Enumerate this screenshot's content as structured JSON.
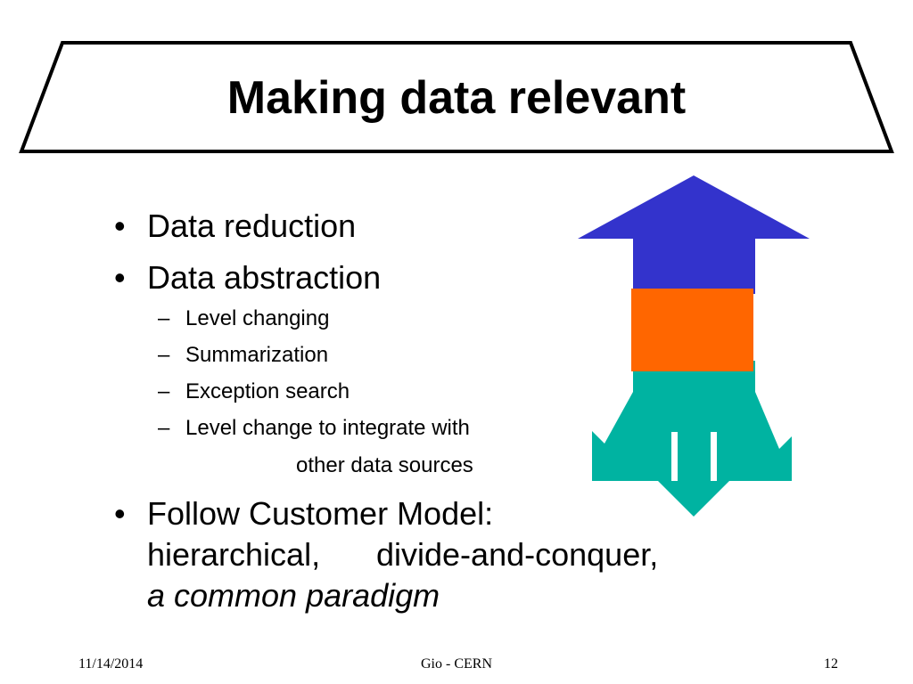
{
  "slide": {
    "title": "Making data relevant",
    "bullets": {
      "b1": "Data reduction",
      "b2": "Data abstraction",
      "sub": [
        "Level changing",
        "Summarization",
        "Exception search",
        "Level change to integrate with"
      ],
      "sub_cont": "other  data sources",
      "b3_line1": "Follow Customer Model:",
      "b3_line2a": "hierarchical,",
      "b3_line2b": "divide-and-conquer,",
      "b3_line3": "a common  paradigm",
      "bullet_char": "•",
      "dash_char": "–"
    },
    "graphic": {
      "top_color": "#3333cc",
      "middle_color": "#ff6600",
      "bottom_color": "#00b3a1"
    }
  },
  "footer": {
    "date": "11/14/2014",
    "center": "Gio - CERN",
    "page": "12"
  }
}
